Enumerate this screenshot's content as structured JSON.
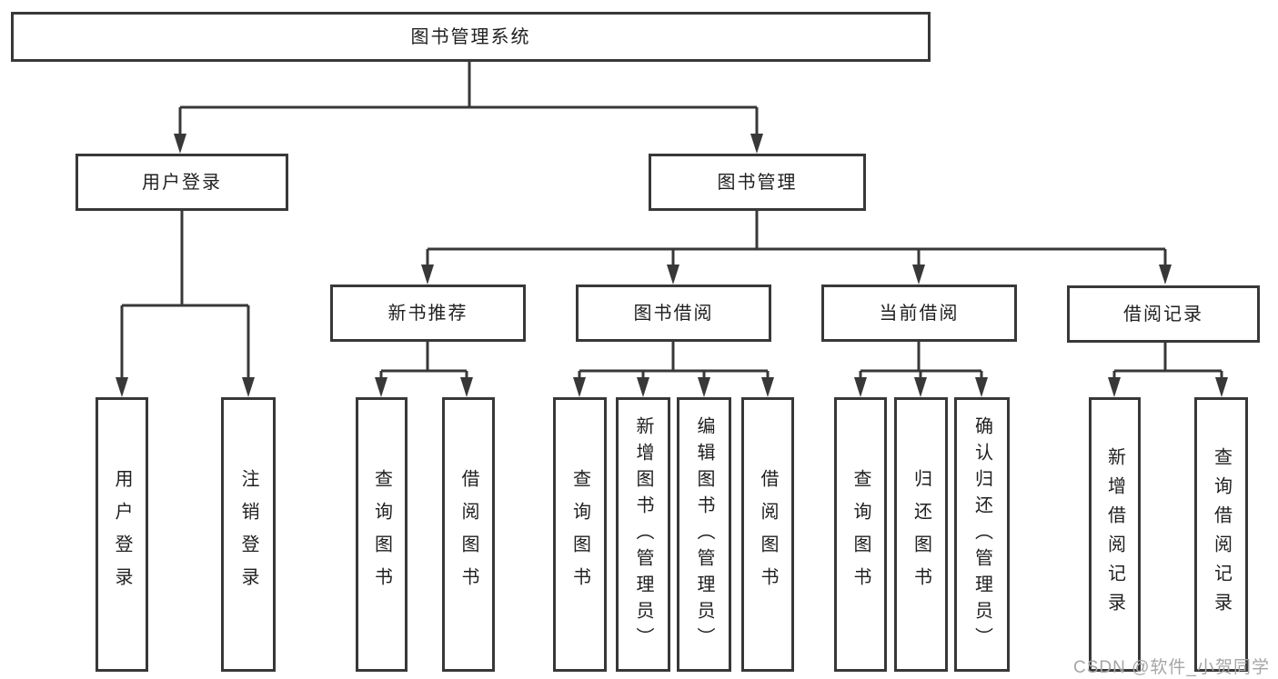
{
  "diagram_title": "图书管理系统",
  "tree": {
    "root": {
      "label": "图书管理系统",
      "children": [
        {
          "label": "用户登录",
          "children": [
            {
              "label": "用户登录"
            },
            {
              "label": "注销登录"
            }
          ]
        },
        {
          "label": "图书管理",
          "children": [
            {
              "label": "新书推荐",
              "children": [
                {
                  "label": "查询图书"
                },
                {
                  "label": "借阅图书"
                }
              ]
            },
            {
              "label": "图书借阅",
              "children": [
                {
                  "label": "查询图书"
                },
                {
                  "label": "新增图书（管理员）"
                },
                {
                  "label": "编辑图书（管理员）"
                },
                {
                  "label": "借阅图书"
                }
              ]
            },
            {
              "label": "当前借阅",
              "children": [
                {
                  "label": "查询图书"
                },
                {
                  "label": "归还图书"
                },
                {
                  "label": "确认归还（管理员）"
                }
              ]
            },
            {
              "label": "借阅记录",
              "children": [
                {
                  "label": "新增借阅记录"
                },
                {
                  "label": "查询借阅记录"
                }
              ]
            }
          ]
        }
      ]
    }
  },
  "watermark": {
    "text": "CSDN @软件_小贺同学"
  },
  "colors": {
    "line": "#383838",
    "box_border": "#383838",
    "box_fill": "#ffffff",
    "text": "#1f1f1f",
    "watermark": "#a6a6a6",
    "background": "#ffffff"
  }
}
